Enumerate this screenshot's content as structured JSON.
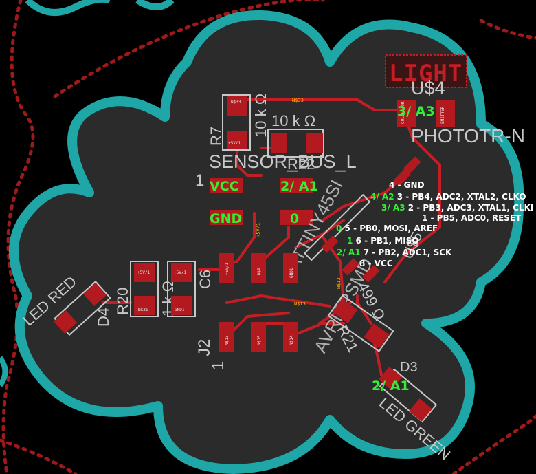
{
  "colors": {
    "background": "#000000",
    "board_fill": "#2b2b2b",
    "outline": "#1fa6a6",
    "copper": "#c41e24",
    "pad": "#b21a1f",
    "silkscreen": "#c8c8c8",
    "net_label": "#ffb000",
    "pin_highlight": "#33ee33",
    "dashed_outline": "#9e1a1a"
  },
  "silkscreen": {
    "light_logo": "LIGHT",
    "u4_name": "U$4",
    "u4_value": "PHOTOTR-N",
    "collector": "COLLECTOR",
    "emitter": "EMITTER",
    "r7_name": "R7",
    "r7_value": "10 k Ω",
    "r22_value": "10 k Ω",
    "r22_name": "R22",
    "sensor_bus": "SENSOR_BUS_L",
    "sensor_bus_pin1": "1",
    "attiny_value": "ATTINY45SI",
    "attiny_pkg": "AVRISPSMD",
    "u5_name": "U$5",
    "led_red": "LED RED",
    "d4": "D4",
    "r20": "R20",
    "r20_value": "1 k Ω",
    "c6": "C6",
    "j2": "J2",
    "j2_pin1": "1",
    "r21": "R21",
    "r21_value": "499 Ω",
    "d3": "D3",
    "led_green": "LED GREEN"
  },
  "labels": {
    "vcc": "VCC",
    "a1_header": "2/ A1",
    "gnd": "GND",
    "zero": "0",
    "a3_photo": "3/ A3",
    "a1_led": "2/ A1"
  },
  "pinout": [
    {
      "hl": "",
      "text": "4 - GND"
    },
    {
      "hl": "4/ A2",
      "text": " 3 - PB4, ADC2, XTAL2, CLKO"
    },
    {
      "hl": "3/ A3",
      "text": " 2 - PB3, ADC3, XTAL1, CLKI"
    },
    {
      "hl": "",
      "text": "1 - PB5, ADC0, RESET"
    },
    {
      "hl": "0",
      "text": " 5 - PB0, MOSI, AREF"
    },
    {
      "hl": "1",
      "text": " 6 - PB1, MISO"
    },
    {
      "hl": "2/ A1",
      "text": " 7 - PB2, ADC1, SCK"
    },
    {
      "hl": "",
      "text": "8 - VCC"
    }
  ],
  "nets": {
    "n33": "N$33",
    "n31": "N$31",
    "n13": "N$13",
    "n14": "N$14",
    "n15": "N$15",
    "n9": "N$9",
    "vcc": "+5V/1",
    "gnd": "GND1"
  }
}
